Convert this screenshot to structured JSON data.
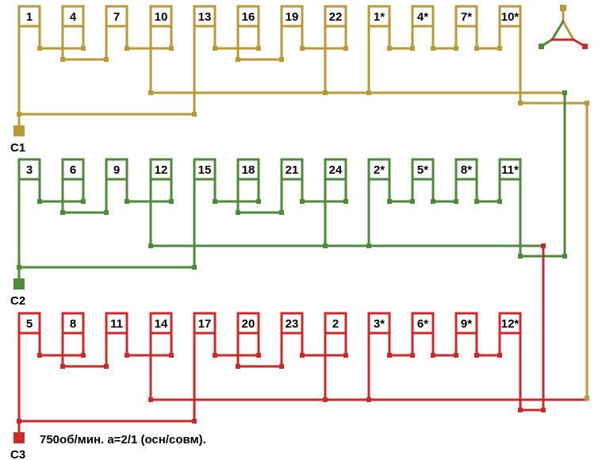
{
  "phases": [
    {
      "name": "C1",
      "color": "#b89a37",
      "coils": [
        "1",
        "4",
        "7",
        "10",
        "13",
        "16",
        "19",
        "22",
        "1*",
        "4*",
        "7*",
        "10*"
      ]
    },
    {
      "name": "C2",
      "color": "#4e8a3a",
      "coils": [
        "3",
        "6",
        "9",
        "12",
        "15",
        "18",
        "21",
        "24",
        "2*",
        "5*",
        "8*",
        "11*"
      ]
    },
    {
      "name": "C3",
      "color": "#cc2a2a",
      "coils": [
        "5",
        "8",
        "11",
        "14",
        "17",
        "20",
        "23",
        "2",
        "3*",
        "6*",
        "9*",
        "12*"
      ]
    }
  ],
  "caption": "750об/мин. a=2/1 (осн/совм).",
  "legend_icon": "triangle-connection-icon"
}
